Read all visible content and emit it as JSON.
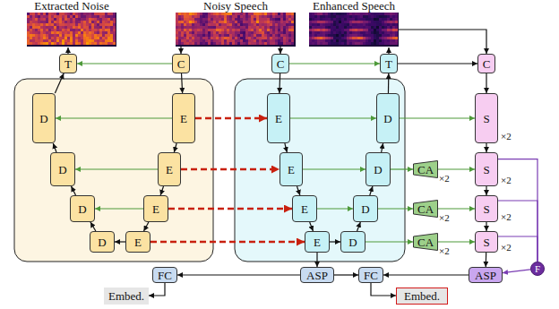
{
  "diagram": {
    "nodes": [
      {
        "text": [
          "T"
        ]
      },
      {
        "text": [
          "C"
        ]
      },
      {
        "text": [
          "D"
        ]
      },
      {
        "text": [
          "E"
        ]
      },
      {
        "text": [
          "D"
        ]
      },
      {
        "text": [
          "E"
        ]
      },
      {
        "text": [
          "D"
        ]
      },
      {
        "text": [
          "E"
        ]
      },
      {
        "text": [
          "D"
        ]
      },
      {
        "text": [
          "E"
        ]
      },
      {
        "text": [
          "C"
        ]
      },
      {
        "text": [
          "T"
        ]
      },
      {
        "text": [
          "E"
        ]
      },
      {
        "text": [
          "D"
        ]
      },
      {
        "text": [
          "E"
        ]
      },
      {
        "text": [
          "D"
        ]
      },
      {
        "text": [
          "E"
        ]
      },
      {
        "text": [
          "D"
        ]
      },
      {
        "text": [
          "E"
        ]
      },
      {
        "text": [
          "D"
        ]
      },
      {
        "text": [
          "C"
        ]
      },
      {
        "text": [
          "S"
        ]
      },
      {
        "text": [
          "S"
        ]
      },
      {
        "text": [
          "S"
        ]
      },
      {
        "text": [
          "S"
        ]
      },
      {
        "text": [
          "F"
        ]
      },
      {
        "text": [
          "ASP"
        ]
      },
      {
        "text": [
          "CA"
        ]
      },
      {
        "text": [
          "CA"
        ]
      },
      {
        "text": [
          "CA"
        ]
      },
      {
        "text": [
          "FC"
        ]
      },
      {
        "text": [
          "ASP"
        ]
      },
      {
        "text": [
          "FC"
        ]
      },
      {
        "text": [
          "Embed."
        ]
      },
      {
        "text": [
          "Embed."
        ]
      }
    ],
    "edges": [
      {
        "from": 1,
        "to": 0,
        "arrow": "to"
      },
      {
        "from": 1,
        "to": 3,
        "arrow": "to"
      },
      {
        "from": 3,
        "to": 5,
        "arrow": "to"
      },
      {
        "from": 5,
        "to": 7,
        "arrow": "to"
      },
      {
        "from": 7,
        "to": 9,
        "arrow": "to"
      },
      {
        "from": 9,
        "to": 8,
        "arrow": "to"
      },
      {
        "from": 8,
        "to": 6,
        "arrow": "to"
      },
      {
        "from": 6,
        "to": 4,
        "arrow": "to"
      },
      {
        "from": 4,
        "to": 2,
        "arrow": "to"
      },
      {
        "from": 2,
        "to": 0,
        "arrow": "to"
      },
      {
        "from": 3,
        "to": 2,
        "arrow": "to"
      },
      {
        "from": 5,
        "to": 4,
        "arrow": "to"
      },
      {
        "from": 7,
        "to": 6,
        "arrow": "to"
      },
      {
        "from": 3,
        "to": 12,
        "arrow": "to"
      },
      {
        "from": 5,
        "to": 14,
        "arrow": "to"
      },
      {
        "from": 7,
        "to": 16,
        "arrow": "to"
      },
      {
        "from": 9,
        "to": 18,
        "arrow": "to"
      },
      {
        "from": 10,
        "to": 11,
        "arrow": "to"
      },
      {
        "from": 10,
        "to": 12,
        "arrow": "to"
      },
      {
        "from": 12,
        "to": 14,
        "arrow": "to"
      },
      {
        "from": 14,
        "to": 16,
        "arrow": "to"
      },
      {
        "from": 16,
        "to": 18,
        "arrow": "to"
      },
      {
        "from": 18,
        "to": 19,
        "arrow": "to"
      },
      {
        "from": 19,
        "to": 17,
        "arrow": "to"
      },
      {
        "from": 17,
        "to": 15,
        "arrow": "to"
      },
      {
        "from": 15,
        "to": 13,
        "arrow": "to"
      },
      {
        "from": 13,
        "to": 11,
        "arrow": "to"
      },
      {
        "from": 12,
        "to": 13,
        "arrow": "to"
      },
      {
        "from": 14,
        "to": 15,
        "arrow": "to"
      },
      {
        "from": 16,
        "to": 17,
        "arrow": "to"
      },
      {
        "from": 11,
        "to": 20,
        "arrow": "to"
      },
      {
        "from": 20,
        "to": 21,
        "arrow": "to"
      },
      {
        "from": 21,
        "to": 22,
        "arrow": "to"
      },
      {
        "from": 22,
        "to": 23,
        "arrow": "to"
      },
      {
        "from": 23,
        "to": 24,
        "arrow": "to"
      },
      {
        "from": 24,
        "to": 26,
        "arrow": "to"
      },
      {
        "from": 13,
        "to": 21,
        "arrow": "to"
      },
      {
        "from": 15,
        "to": 27,
        "arrow": "to"
      },
      {
        "from": 27,
        "to": 22,
        "arrow": "to"
      },
      {
        "from": 17,
        "to": 28,
        "arrow": "to"
      },
      {
        "from": 28,
        "to": 23,
        "arrow": "to"
      },
      {
        "from": 19,
        "to": 29,
        "arrow": "to"
      },
      {
        "from": 29,
        "to": 24,
        "arrow": "to"
      },
      {
        "from": 22,
        "to": 25,
        "arrow": "none"
      },
      {
        "from": 23,
        "to": 25,
        "arrow": "none"
      },
      {
        "from": 24,
        "to": 25,
        "arrow": "none"
      },
      {
        "from": 25,
        "to": 26,
        "arrow": "to"
      },
      {
        "from": 18,
        "to": 31,
        "arrow": "to"
      },
      {
        "from": 31,
        "to": 32,
        "arrow": "to"
      },
      {
        "from": 31,
        "to": 30,
        "arrow": "to"
      },
      {
        "from": 32,
        "to": 34,
        "arrow": "to"
      },
      {
        "from": 30,
        "to": 33,
        "arrow": "to"
      },
      {
        "from": 26,
        "to": 32,
        "arrow": "to"
      }
    ],
    "labels": [
      "Extracted Noise",
      "Noisy Speech",
      "Enhanced Speech",
      "×2",
      "×2",
      "×2",
      "×2",
      "×2",
      "×2",
      "×2"
    ]
  }
}
